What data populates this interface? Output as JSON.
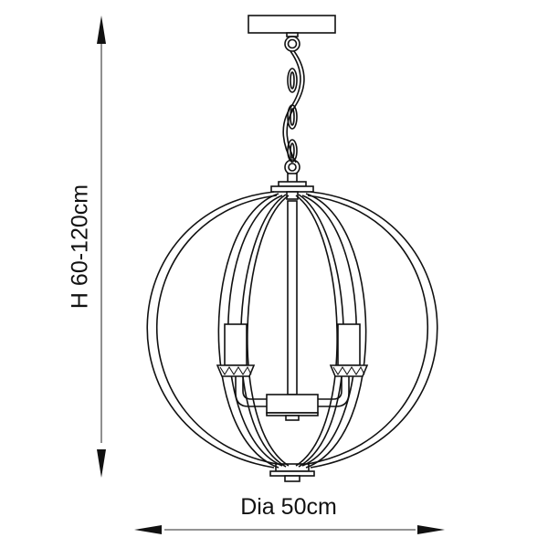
{
  "diagram": {
    "subject": "Pendant light fixture - spherical cage chandelier with 2 candle lights",
    "dimensions": {
      "height_label": "H 60-120cm",
      "width_label": "Dia 50cm"
    },
    "colors": {
      "line": "#111111",
      "dimension_line": "#555555",
      "background": "#ffffff"
    }
  }
}
